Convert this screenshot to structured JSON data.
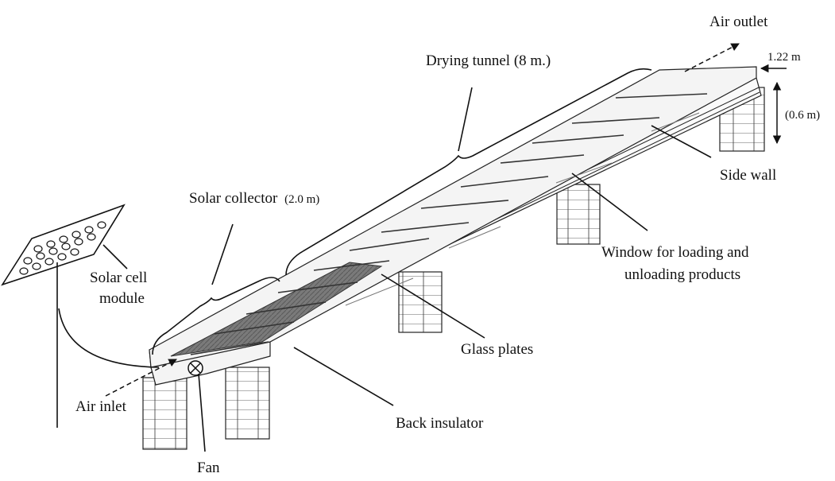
{
  "labels": {
    "air_outlet": "Air outlet",
    "width": "1.22 m",
    "height": "(0.6 m)",
    "drying_tunnel": "Drying tunnel (8 m.)",
    "side_wall": "Side wall",
    "solar_collector": "Solar collector",
    "solar_collector_len": "(2.0 m)",
    "window_line1": "Window for loading and",
    "window_line2": "unloading products",
    "solar_cell_line1": "Solar cell",
    "solar_cell_line2": "module",
    "glass_plates": "Glass plates",
    "air_inlet": "Air inlet",
    "back_insulator": "Back insulator",
    "fan": "Fan"
  },
  "colors": {
    "line": "#111111",
    "glass": "#f2f2f2",
    "collector": "#6e6e6e",
    "brick": "#ffffff"
  }
}
